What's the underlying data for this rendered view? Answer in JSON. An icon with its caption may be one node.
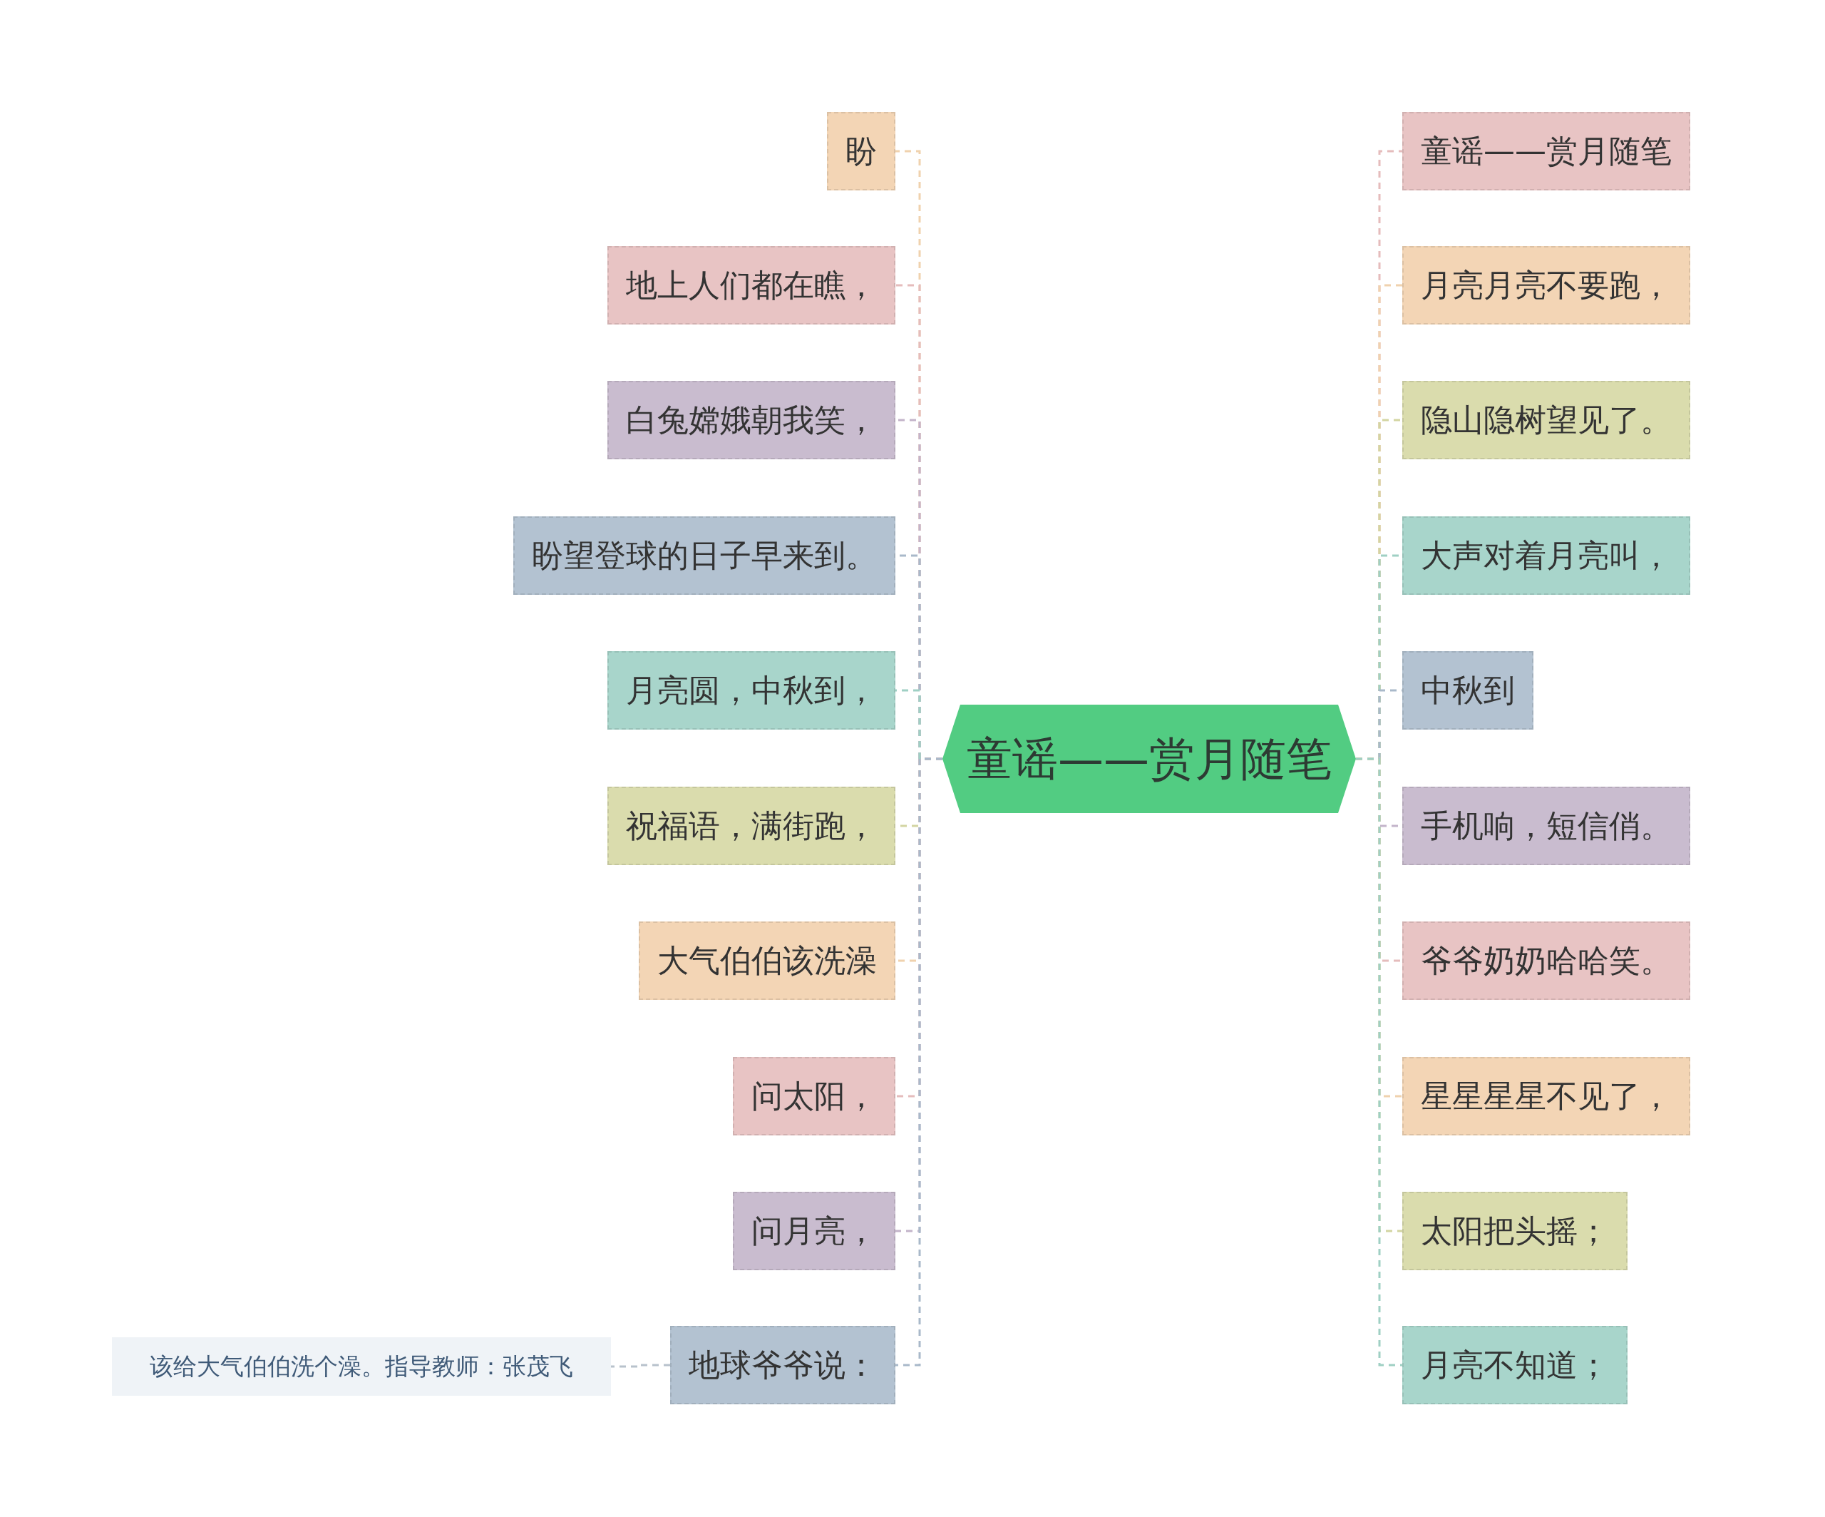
{
  "diagram": {
    "nodes": [
      {
        "text": [
          "童谣——赏月随笔"
        ]
      },
      {
        "text": [
          "盼"
        ]
      },
      {
        "text": [
          "地上人们都在瞧，"
        ]
      },
      {
        "text": [
          "白兔嫦娥朝我笑，"
        ]
      },
      {
        "text": [
          "盼望登球的日子早来到。"
        ]
      },
      {
        "text": [
          "月亮圆，中秋到，"
        ]
      },
      {
        "text": [
          "祝福语，满街跑，"
        ]
      },
      {
        "text": [
          "大气伯伯该洗澡"
        ]
      },
      {
        "text": [
          "问太阳，"
        ]
      },
      {
        "text": [
          "问月亮，"
        ]
      },
      {
        "text": [
          "地球爷爷说："
        ]
      },
      {
        "text": [
          "童谣——赏月随笔"
        ]
      },
      {
        "text": [
          "月亮月亮不要跑，"
        ]
      },
      {
        "text": [
          "隐山隐树望见了。"
        ]
      },
      {
        "text": [
          "大声对着月亮叫，"
        ]
      },
      {
        "text": [
          "中秋到"
        ]
      },
      {
        "text": [
          "手机响，短信俏。"
        ]
      },
      {
        "text": [
          "爷爷奶奶哈哈笑。"
        ]
      },
      {
        "text": [
          "星星星星不见了，"
        ]
      },
      {
        "text": [
          "太阳把头摇；"
        ]
      },
      {
        "text": [
          "月亮不知道；"
        ]
      },
      {
        "text": [
          "该给大气伯伯洗个澡。指导教师：张茂飞"
        ]
      }
    ],
    "edges": [
      {
        "from": 0,
        "to": 1,
        "arrow": "none",
        "style": "dashed",
        "color": "#f0d2ae"
      },
      {
        "from": 0,
        "to": 2,
        "arrow": "none",
        "style": "dashed",
        "color": "#e5bcbc"
      },
      {
        "from": 0,
        "to": 3,
        "arrow": "none",
        "style": "dashed",
        "color": "#c3b4ca"
      },
      {
        "from": 0,
        "to": 4,
        "arrow": "none",
        "style": "dashed",
        "color": "#a9b9ca"
      },
      {
        "from": 0,
        "to": 5,
        "arrow": "none",
        "style": "dashed",
        "color": "#9fd0c4"
      },
      {
        "from": 0,
        "to": 6,
        "arrow": "none",
        "style": "dashed",
        "color": "#d3d5a2"
      },
      {
        "from": 0,
        "to": 7,
        "arrow": "none",
        "style": "dashed",
        "color": "#f0d2ae"
      },
      {
        "from": 0,
        "to": 8,
        "arrow": "none",
        "style": "dashed",
        "color": "#e5bcbc"
      },
      {
        "from": 0,
        "to": 9,
        "arrow": "none",
        "style": "dashed",
        "color": "#c3b4ca"
      },
      {
        "from": 0,
        "to": 10,
        "arrow": "none",
        "style": "dashed",
        "color": "#a9b9ca"
      },
      {
        "from": 0,
        "to": 11,
        "arrow": "none",
        "style": "dashed",
        "color": "#e5bcbc"
      },
      {
        "from": 0,
        "to": 12,
        "arrow": "none",
        "style": "dashed",
        "color": "#f0d2ae"
      },
      {
        "from": 0,
        "to": 13,
        "arrow": "none",
        "style": "dashed",
        "color": "#d3d5a2"
      },
      {
        "from": 0,
        "to": 14,
        "arrow": "none",
        "style": "dashed",
        "color": "#9fd0c4"
      },
      {
        "from": 0,
        "to": 15,
        "arrow": "none",
        "style": "dashed",
        "color": "#a9b9ca"
      },
      {
        "from": 0,
        "to": 16,
        "arrow": "none",
        "style": "dashed",
        "color": "#c3b4ca"
      },
      {
        "from": 0,
        "to": 17,
        "arrow": "none",
        "style": "dashed",
        "color": "#e5bcbc"
      },
      {
        "from": 0,
        "to": 18,
        "arrow": "none",
        "style": "dashed",
        "color": "#f0d2ae"
      },
      {
        "from": 0,
        "to": 19,
        "arrow": "none",
        "style": "dashed",
        "color": "#d3d5a2"
      },
      {
        "from": 0,
        "to": 20,
        "arrow": "none",
        "style": "dashed",
        "color": "#9fd0c4"
      },
      {
        "from": 10,
        "to": 21,
        "arrow": "none",
        "style": "dashed",
        "color": "#b8c2cc"
      }
    ]
  }
}
